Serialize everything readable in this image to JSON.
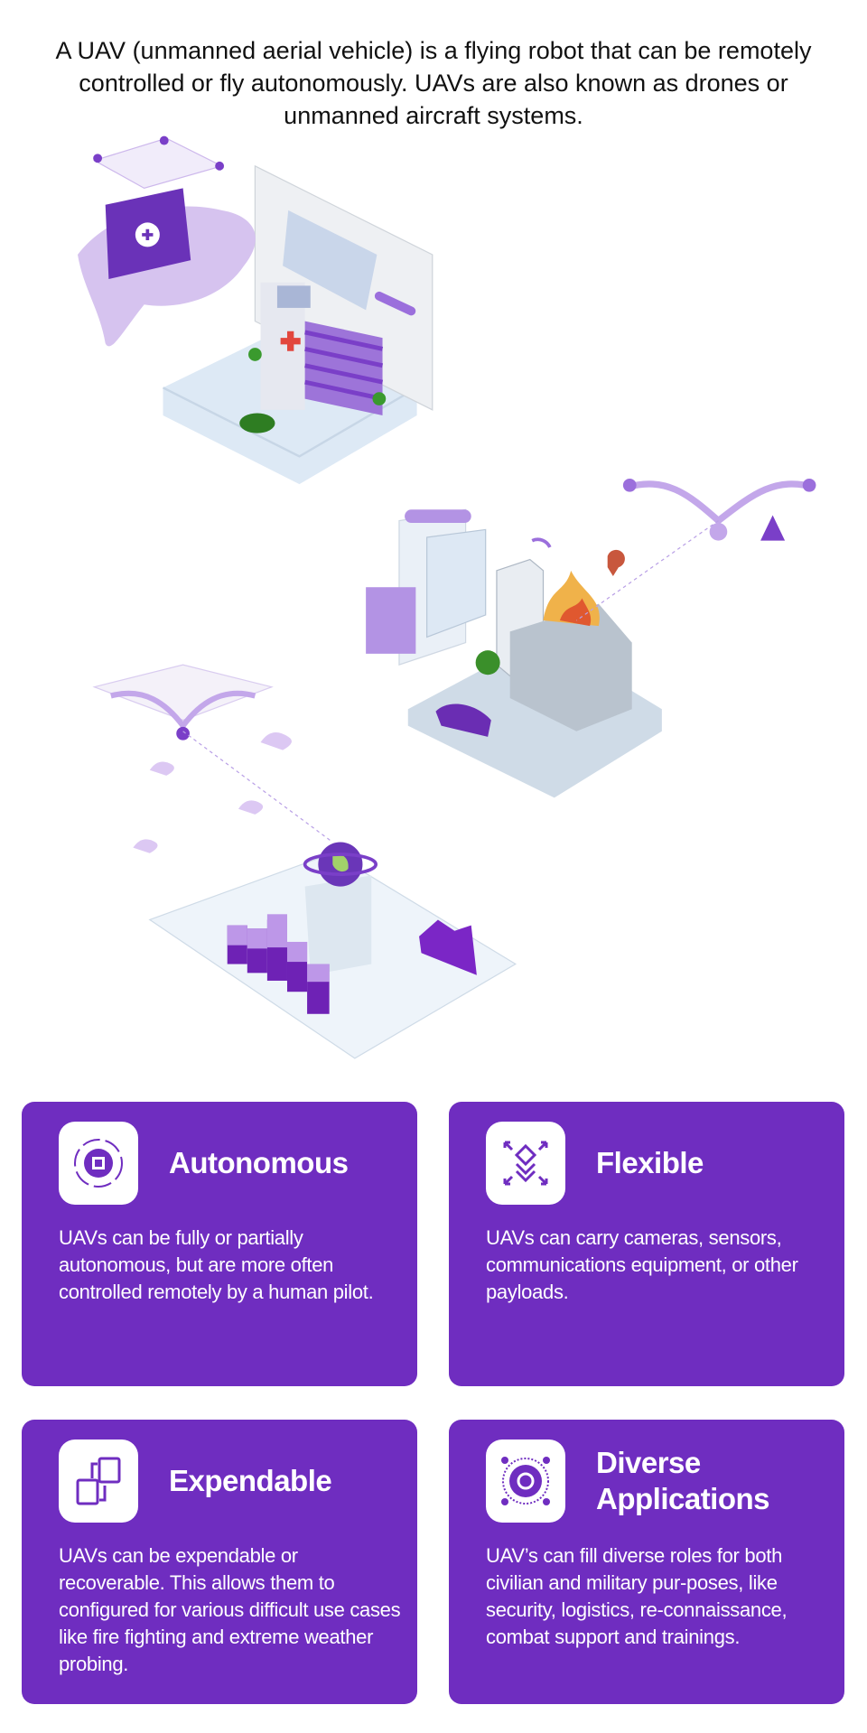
{
  "intro": "A UAV (unmanned aerial vehicle) is a flying robot that can be remotely controlled or fly autonomously. UAVs are also known as drones or unmanned aircraft systems.",
  "colors": {
    "card": "#6f2dc0",
    "accent_light": "#c9b0ea",
    "text_dark": "#111111"
  },
  "cards": [
    {
      "icon": "gear-chip-cycle-icon",
      "title": "Autonomous",
      "body": "UAVs can be fully or partially autonomous, but are more often controlled remotely by a human pilot."
    },
    {
      "icon": "layers-expand-icon",
      "title": "Flexible",
      "body": "UAVs can carry cameras, sensors, communications equipment, or other payloads."
    },
    {
      "icon": "boxes-exchange-icon",
      "title": "Expendable",
      "body": "UAVs can be expendable or recoverable. This allows them to configured for various difficult use cases like fire fighting and extreme weather probing."
    },
    {
      "icon": "network-gear-icon",
      "title": "Diverse Applications",
      "body": "UAV’s can fill diverse roles for both civilian and military pur-poses, like security, logistics, re-connaissance, combat support and trainings."
    }
  ]
}
